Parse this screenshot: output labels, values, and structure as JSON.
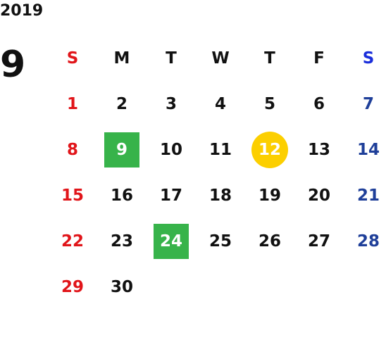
{
  "header": {
    "year": "2019",
    "month": "9"
  },
  "weekdays": [
    "S",
    "M",
    "T",
    "W",
    "T",
    "F",
    "S"
  ],
  "weeks": [
    [
      "1",
      "2",
      "3",
      "4",
      "5",
      "6",
      "7"
    ],
    [
      "8",
      "9",
      "10",
      "11",
      "12",
      "13",
      "14"
    ],
    [
      "15",
      "16",
      "17",
      "18",
      "19",
      "20",
      "21"
    ],
    [
      "22",
      "23",
      "24",
      "25",
      "26",
      "27",
      "28"
    ],
    [
      "29",
      "30",
      "",
      "",
      "",
      "",
      ""
    ]
  ],
  "highlights": {
    "green_dates": [
      "9",
      "24"
    ],
    "yellow_dates": [
      "12"
    ]
  },
  "colors": {
    "sunday": "#e1151a",
    "saturday_header": "#1a2edb",
    "saturday": "#1f3f99",
    "green_marker": "#37b34a",
    "yellow_marker": "#fccf00"
  }
}
